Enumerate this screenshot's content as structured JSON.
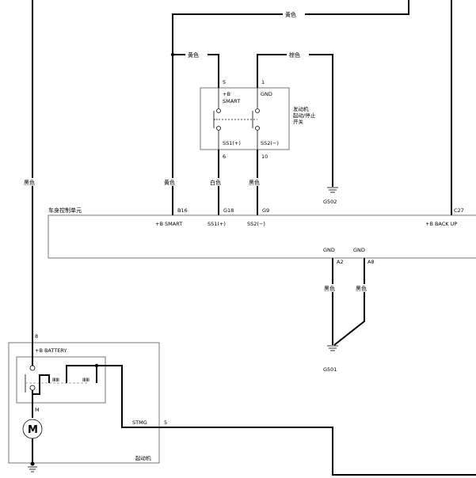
{
  "wires": {
    "yellow_top": "黄色",
    "yellow_switch": "黄色",
    "brown_switch": "棕色",
    "black_left": "黑色",
    "yellow_b16": "黄色",
    "white_g18": "白色",
    "black_g9": "黑色",
    "black_a2": "黑色",
    "black_a8": "黑色"
  },
  "switch": {
    "pin_5": "5",
    "pin_1": "1",
    "pin_6": "6",
    "pin_10": "10",
    "label_b": "+B",
    "label_smart": "SMART",
    "label_gnd": "GND",
    "label_ss1": "SS1(+)",
    "label_ss2": "SS2(−)",
    "name_line1": "发动机",
    "name_line2": "起动/停止",
    "name_line3": "开关"
  },
  "grounds": {
    "g502": "G502",
    "g501": "G501"
  },
  "bcm": {
    "name": "车身控制单元",
    "conn_b16": "B16",
    "conn_g18": "G18",
    "conn_g9": "G9",
    "conn_c27": "C27",
    "pin_b_smart": "+B SMART",
    "pin_ss1": "SS1(+)",
    "pin_ss2": "SS2(−)",
    "pin_b_backup": "+B BACK UP",
    "gnd1": "GND",
    "gnd2": "GND",
    "conn_a2": "A2",
    "conn_a8": "A8"
  },
  "starter": {
    "pin_8": "8",
    "label_b_battery": "+B BATTERY",
    "label_m": "M",
    "motor_symbol": "M",
    "label_stmg": "STMG",
    "pin_5": "5",
    "name": "起动机"
  }
}
